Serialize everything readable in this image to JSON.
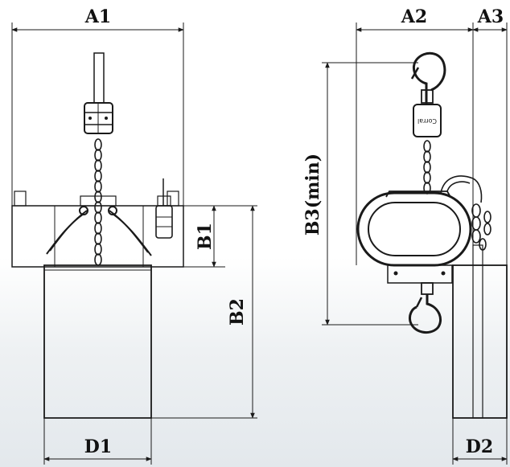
{
  "dimensions": {
    "a1": "A1",
    "a2": "A2",
    "a3": "A3",
    "b1": "B1",
    "b2": "B2",
    "b3": "B3(min)",
    "d1": "D1",
    "d2": "D2"
  },
  "hoist_label": "Corral",
  "colors": {
    "line": "#1a1a1a",
    "background_fade": "#e6eaed",
    "background": "#ffffff"
  }
}
